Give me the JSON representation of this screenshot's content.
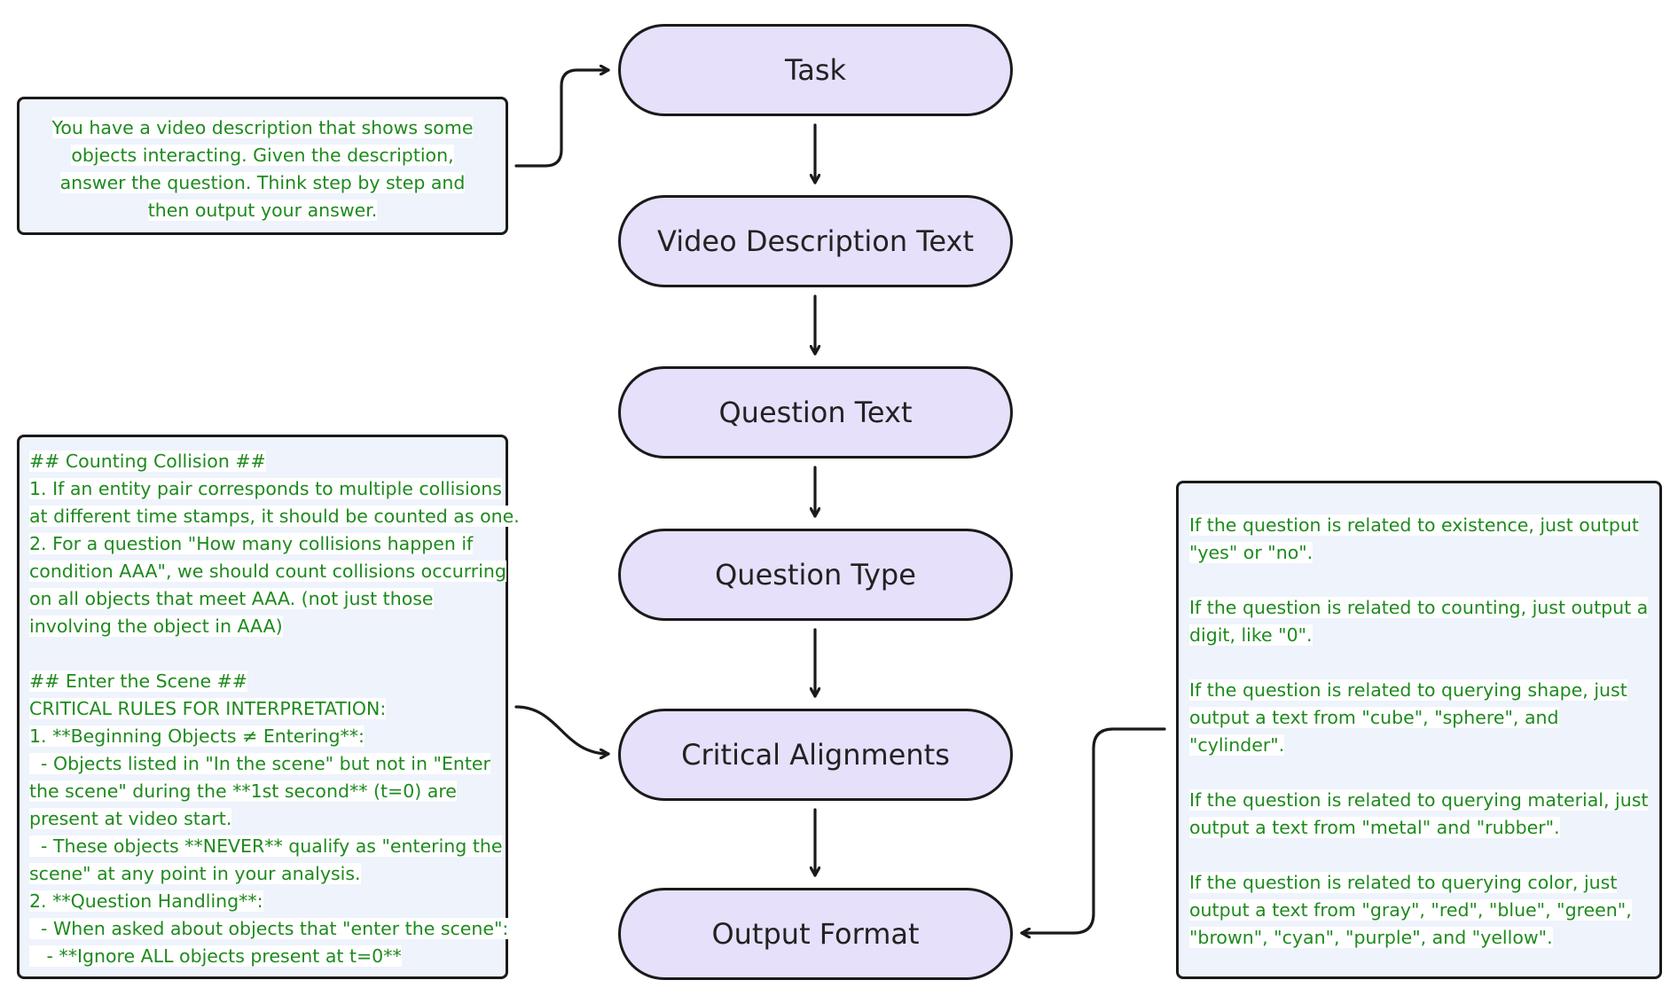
{
  "nodes": [
    {
      "label": "Task"
    },
    {
      "label": "Video Description Text"
    },
    {
      "label": "Question Text"
    },
    {
      "label": "Question Type"
    },
    {
      "label": "Critical Alignments"
    },
    {
      "label": "Output Format"
    }
  ],
  "panels": {
    "task": "You have a video description that shows some objects interacting. Given the description, answer the question. Think step by step and then output your answer.",
    "critical_alignments": [
      "## Counting Collision ##",
      "1. If an entity pair corresponds to multiple collisions",
      "at different time stamps, it should be counted as one.",
      "2. For a question \"How many collisions happen if",
      "condition AAA\", we should count collisions occurring",
      "on all objects that meet AAA. (not just those",
      "involving the object in AAA)",
      "",
      "## Enter the Scene ##",
      "CRITICAL RULES FOR INTERPRETATION:",
      "1. **Beginning Objects ≠ Entering**:",
      "  - Objects listed in \"In the scene\" but not in \"Enter",
      "the scene\" during the **1st second** (t=0) are",
      "present at video start.",
      "  - These objects **NEVER** qualify as \"entering the",
      "scene\" at any point in your analysis.",
      "2. **Question Handling**:",
      "  - When asked about objects that \"enter the scene\":",
      "   - **Ignore ALL objects present at t=0**"
    ],
    "output_format": [
      "If the question is related to existence, just output \"yes\" or \"no\".",
      "If the question is related to counting, just output a digit, like \"0\".",
      "If the question is related to querying shape, just output a text from \"cube\", \"sphere\", and \"cylinder\".",
      "If the question is related to querying material, just output a text from \"metal\" and \"rubber\".",
      "If the question is related to querying color, just output a text from \"gray\", \"red\", \"blue\", \"green\", \"brown\", \"cyan\", \"purple\", and \"yellow\"."
    ]
  },
  "colors": {
    "node_fill": "#e6e0fb",
    "panel_fill": "#eef3fc",
    "panel_text": "#1e8a1e",
    "stroke": "#1a1a1a"
  }
}
